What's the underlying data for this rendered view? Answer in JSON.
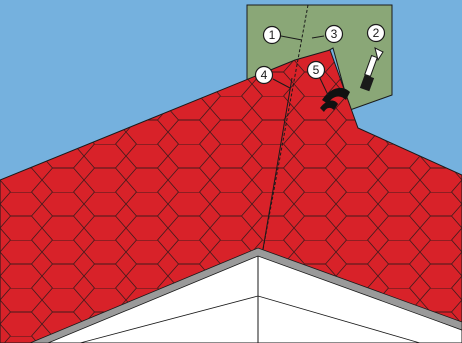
{
  "colors": {
    "sky": "#75b1de",
    "roof": "#d82229",
    "underlayment": "#8aa777",
    "outline": "#1a1a1a",
    "eave_white": "#ffffff",
    "eave_grey": "#9a9a9a"
  },
  "callouts": [
    {
      "id": "1",
      "label": "1"
    },
    {
      "id": "2",
      "label": "2"
    },
    {
      "id": "3",
      "label": "3"
    },
    {
      "id": "4",
      "label": "4"
    },
    {
      "id": "5",
      "label": "5"
    }
  ],
  "icons": {
    "brush": "paint-brush-icon",
    "sealant": "sealant-strip-icon"
  }
}
